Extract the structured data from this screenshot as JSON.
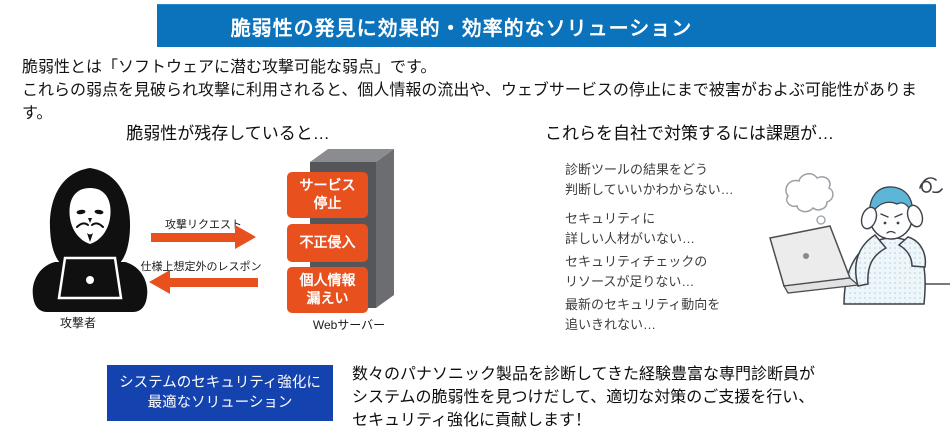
{
  "colors": {
    "header_blue": "#0b72bc",
    "badge_blue": "#1443b0",
    "alert_orange": "#e8501e",
    "server_gray": "#545659"
  },
  "header": {
    "title": "脆弱性の発見に効果的・効率的なソリューション"
  },
  "intro": {
    "line1": "脆弱性とは「ソフトウェアに潜む攻撃可能な弱点」です。",
    "line2": "これらの弱点を見破られ攻撃に利用されると、個人情報の流出や、ウェブサービスの停止にまで被害がおよぶ可能性があります。"
  },
  "left_section": {
    "title": "脆弱性が残存していると…",
    "attacker_label": "攻撃者",
    "server_label": "Webサーバー",
    "attack_arrow_label": "攻撃リクエスト",
    "response_arrow_label": "仕様上想定外のレスポンス",
    "risks": [
      "サービス\n停止",
      "不正侵入",
      "個人情報\n漏えい"
    ]
  },
  "right_section": {
    "title": "これらを自社で対策するには課題が…",
    "issues": [
      "診断ツールの結果をどう\n判断していいかわからない…",
      "セキュリティに\n詳しい人材がいない…",
      "セキュリティチェックの\nリソースが足りない…",
      "最新のセキュリティ動向を\n追いきれない…"
    ]
  },
  "footer": {
    "badge": "システムのセキュリティ強化に\n最適なソリューション",
    "description": "数々のパナソニック製品を診断してきた経験豊富な専門診断員が\nシステムの脆弱性を見つけだして、適切な対策のご支援を行い、\nセキュリティ強化に貢献します！"
  }
}
